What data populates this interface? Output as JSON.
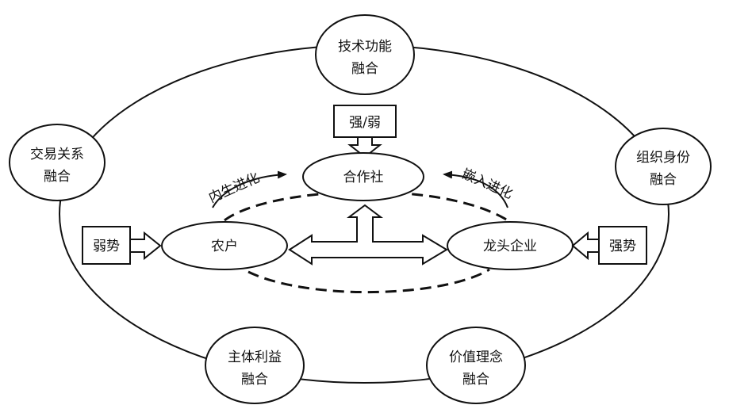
{
  "outer_nodes": {
    "top": {
      "line1": "技术功能",
      "line2": "融合"
    },
    "left": {
      "line1": "交易关系",
      "line2": "融合"
    },
    "right": {
      "line1": "组织身份",
      "line2": "融合"
    },
    "bottom_left": {
      "line1": "主体利益",
      "line2": "融合"
    },
    "bottom_right": {
      "line1": "价值理念",
      "line2": "融合"
    }
  },
  "inner_nodes": {
    "cooperative": "合作社",
    "farmer": "农户",
    "leading_enterprise": "龙头企业"
  },
  "boxes": {
    "top": "强/弱",
    "left": "弱势",
    "right": "强势"
  },
  "arrows": {
    "left_label": "内生进化",
    "right_label": "嵌入进化"
  },
  "colors": {
    "stroke": "#111111",
    "fill": "#ffffff"
  }
}
